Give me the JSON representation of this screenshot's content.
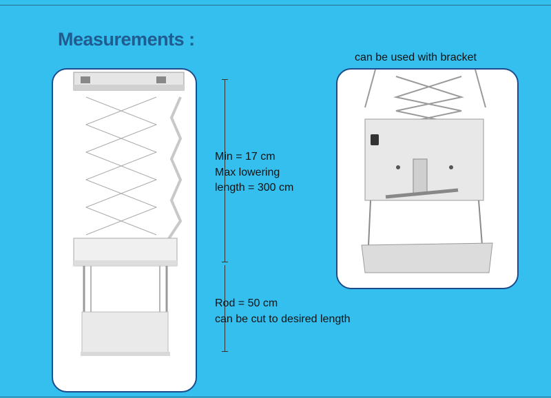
{
  "heading": "Measurements :",
  "bracket_caption": "can be used with bracket",
  "min_label": "Min = 17 cm",
  "max_label_line1": "Max lowering",
  "max_label_line2": "length = 300 cm",
  "rod_label": "Rod = 50 cm",
  "rod_note": "can be cut to desired length",
  "colors": {
    "background": "#35bfee",
    "heading": "#1f5c8f",
    "panel_border": "#1c4a8a"
  }
}
